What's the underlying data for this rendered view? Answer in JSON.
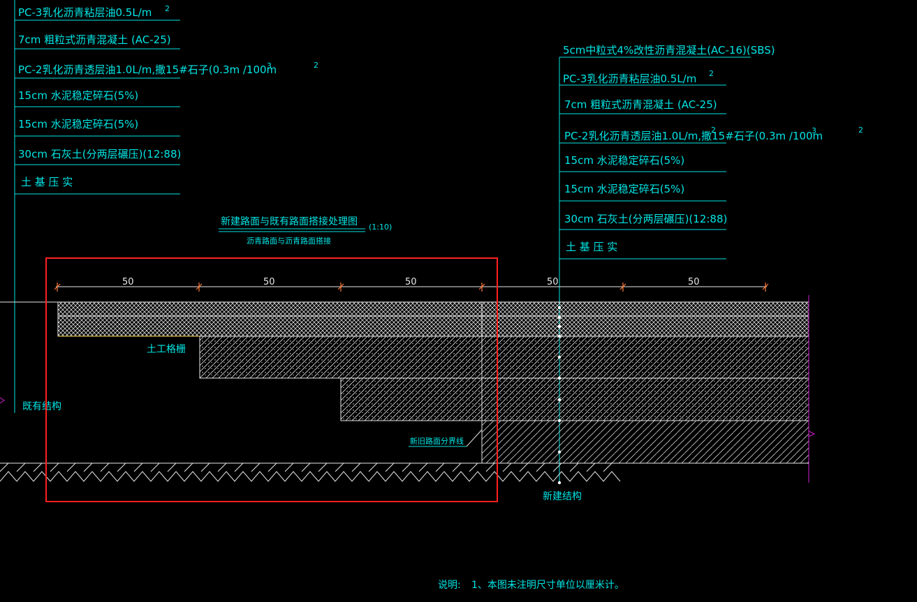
{
  "left_callout": {
    "layers": [
      "PC-3乳化沥青粘层油0.5L/m",
      "7cm  粗粒式沥青混凝土 (AC-25)",
      "PC-2乳化沥青透层油1.0L/m,撒15#石子(0.3m   /100m",
      "15cm  水泥稳定碎石(5%)",
      "15cm  水泥稳定碎石(5%)",
      "30cm  石灰土(分两层碾压)(12:88)",
      "土 基 压 实"
    ],
    "superscripts": [
      "2",
      "3",
      "2"
    ]
  },
  "right_callout": {
    "layers": [
      "5cm中粒式4%改性沥青混凝土(AC-16)(SBS)",
      "PC-3乳化沥青粘层油0.5L/m",
      "7cm  粗粒式沥青混凝土 (AC-25)",
      "PC-2乳化沥青透层油1.0L/m,撒15#石子(0.3m   /100m",
      "15cm  水泥稳定碎石(5%)",
      "15cm  水泥稳定碎石(5%)",
      "30cm  石灰土(分两层碾压)(12:88)",
      "土 基 压 实"
    ],
    "superscripts": [
      "2",
      "2",
      "3",
      "2"
    ]
  },
  "drawing_title": {
    "main": "新建路面与既有路面搭接处理图",
    "scale": "(1:10)",
    "sub": "沥青路面与沥青路面搭接"
  },
  "dimensions": [
    "50",
    "50",
    "50",
    "50",
    "50"
  ],
  "labels": {
    "geogrid": "土工格栅",
    "existing": "既有结构",
    "boundary": "新旧路面分界线",
    "new": "新建结构"
  },
  "notes": {
    "head": "说明:",
    "line1": "1、本图未注明尺寸单位以厘米计。"
  },
  "colors": {
    "cyan": "#00e5e5",
    "white": "#e8e8e8",
    "red": "#ff2020",
    "yellow": "#ffd24a",
    "magenta": "#d020d0"
  }
}
